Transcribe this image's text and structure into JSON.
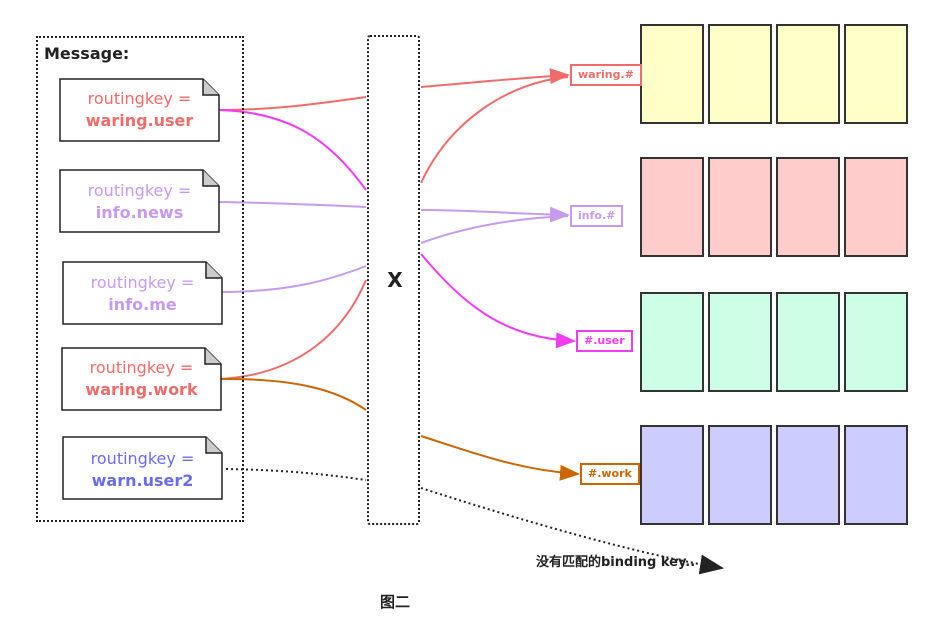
{
  "group_title": "Message:",
  "messages": [
    {
      "label": "routingkey =",
      "key": "waring.user",
      "color": "#f26b6b"
    },
    {
      "label": "routingkey =",
      "key": "info.news",
      "color": "#c79af0"
    },
    {
      "label": "routingkey =",
      "key": "info.me",
      "color": "#c79af0"
    },
    {
      "label": "routingkey =",
      "key": "waring.work",
      "color": "#f26b6b"
    },
    {
      "label": "routingkey =",
      "key": "warn.user2",
      "color": "#6b6bf2"
    }
  ],
  "exchange": {
    "label": "X"
  },
  "bindings": [
    {
      "label": "waring.#",
      "color": "#f26b6b"
    },
    {
      "label": "info.#",
      "color": "#c79af0"
    },
    {
      "label": "#.user",
      "color": "#f23cf2"
    },
    {
      "label": "#.work",
      "color": "#cc6600"
    }
  ],
  "queues": [
    {
      "fill": "#ffffc8"
    },
    {
      "fill": "#ffcccc"
    },
    {
      "fill": "#ccffe6"
    },
    {
      "fill": "#ccccff"
    }
  ],
  "note": "没有匹配的binding key..",
  "caption": "图二"
}
